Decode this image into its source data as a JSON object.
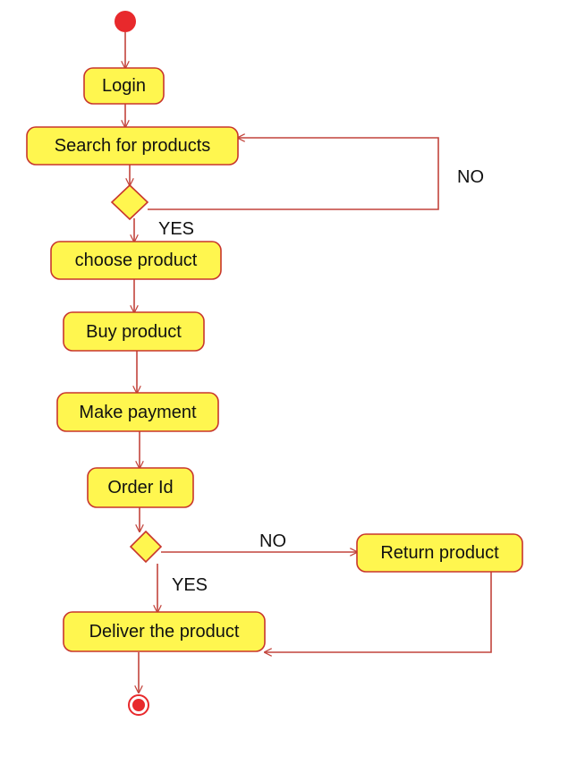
{
  "diagram": {
    "type": "uml-activity-diagram",
    "colors": {
      "node_fill": "#fff64f",
      "node_stroke": "#c8362c",
      "edge": "#c2443c",
      "start": "#e8292c",
      "end": "#e8292c"
    },
    "actions": {
      "login": "Login",
      "search": "Search for products",
      "choose": "choose product",
      "buy": "Buy product",
      "payment": "Make payment",
      "order_id": "Order Id",
      "return": "Return product",
      "deliver": "Deliver the product"
    },
    "guards": {
      "search_no": "NO",
      "search_yes": "YES",
      "order_no": "NO",
      "order_yes": "YES"
    }
  }
}
